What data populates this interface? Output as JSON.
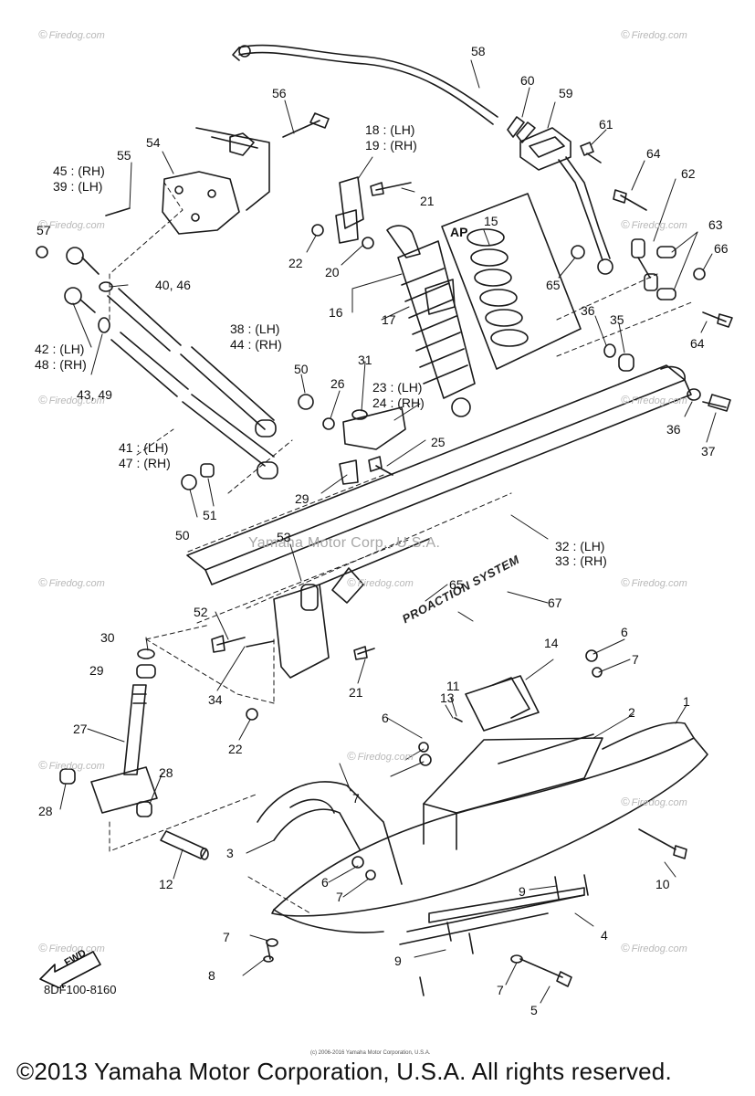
{
  "diagram_code": "8DF100-8160",
  "footer_text": "©2013 Yamaha Motor Corporation, U.S.A. All rights reserved.",
  "footer_small_text": "(c) 2006-2016 Yamaha Motor Corporation, U.S.A.",
  "center_watermark": "Yamaha Motor Corp., U.S.A.",
  "watermark_text": "Firedog.com",
  "fwd_label": "FWD",
  "ap_label": "AP",
  "product_graphic_text": "PROACTION SYSTEM",
  "callouts": {
    "c1": "1",
    "c2": "2",
    "c3": "3",
    "c4": "4",
    "c5": "5",
    "c6a": "6",
    "c6b": "6",
    "c6c": "6",
    "c7a": "7",
    "c7b": "7",
    "c7c": "7",
    "c7d": "7",
    "c7e": "7",
    "c8": "8",
    "c9a": "9",
    "c9b": "9",
    "c10": "10",
    "c11": "11",
    "c12": "12",
    "c13": "13",
    "c14": "14",
    "c15": "15",
    "c16": "16",
    "c17": "17",
    "c18": "18 : (LH)",
    "c19": "19 : (RH)",
    "c20": "20",
    "c21a": "21",
    "c21b": "21",
    "c22a": "22",
    "c22b": "22",
    "c23": "23 : (LH)",
    "c24": "24 : (RH)",
    "c25": "25",
    "c26": "26",
    "c27": "27",
    "c28a": "28",
    "c28b": "28",
    "c29a": "29",
    "c29b": "29",
    "c30": "30",
    "c31": "31",
    "c32": "32 : (LH)",
    "c33": "33 : (RH)",
    "c34": "34",
    "c35": "35",
    "c36a": "36",
    "c36b": "36",
    "c37": "37",
    "c38": "38 : (LH)",
    "c44": "44 : (RH)",
    "c39": "39 : (LH)",
    "c45": "45 : (RH)",
    "c40": "40, 46",
    "c41": "41 : (LH)",
    "c47": "47 : (RH)",
    "c42": "42 : (LH)",
    "c48": "48 : (RH)",
    "c43": "43, 49",
    "c50a": "50",
    "c50b": "50",
    "c51": "51",
    "c52": "52",
    "c53": "53",
    "c54": "54",
    "c55": "55",
    "c56": "56",
    "c57": "57",
    "c58": "58",
    "c59": "59",
    "c60": "60",
    "c61": "61",
    "c62": "62",
    "c63": "63",
    "c64a": "64",
    "c64b": "64",
    "c65a": "65",
    "c65b": "65",
    "c66": "66",
    "c67": "67"
  }
}
